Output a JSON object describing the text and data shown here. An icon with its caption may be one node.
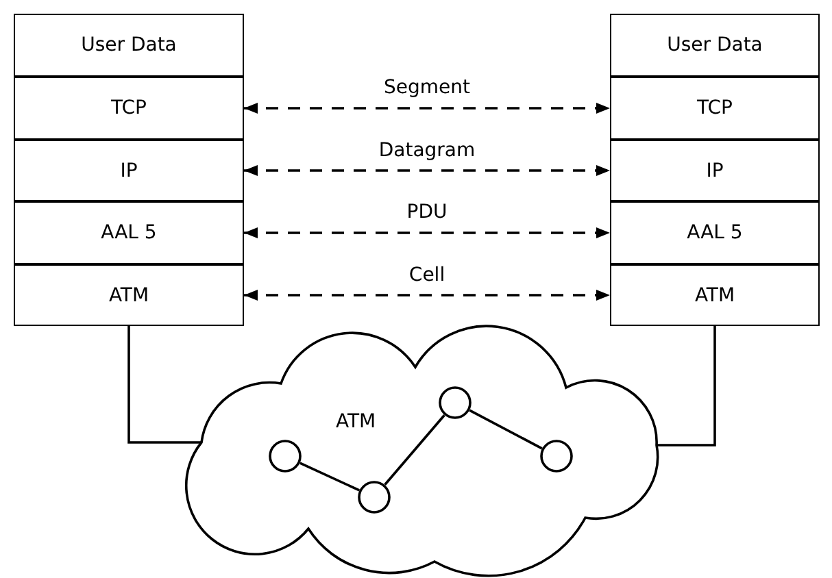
{
  "diagram": {
    "nodes": [
      {
        "text": [
          "User Data"
        ]
      },
      {
        "text": [
          "TCP"
        ]
      },
      {
        "text": [
          "IP"
        ]
      },
      {
        "text": [
          "AAL 5"
        ]
      },
      {
        "text": [
          "ATM"
        ]
      },
      {
        "text": [
          "User Data"
        ]
      },
      {
        "text": [
          "TCP"
        ]
      },
      {
        "text": [
          "IP"
        ]
      },
      {
        "text": [
          "AAL 5"
        ]
      },
      {
        "text": [
          "ATM"
        ]
      },
      {
        "text": [
          "ATM"
        ]
      },
      {
        "text": [],
        "shape": "circle",
        "in": 10
      },
      {
        "text": [],
        "shape": "circle",
        "in": 10
      },
      {
        "text": [],
        "shape": "circle",
        "in": 10
      },
      {
        "text": [],
        "shape": "circle",
        "in": 10
      }
    ],
    "edges": [
      {
        "from": 1,
        "to": 6,
        "arrow": "both",
        "label": "Segment",
        "style": "dashed"
      },
      {
        "from": 2,
        "to": 7,
        "arrow": "both",
        "label": "Datagram",
        "style": "dashed"
      },
      {
        "from": 3,
        "to": 8,
        "arrow": "both",
        "label": "PDU",
        "style": "dashed"
      },
      {
        "from": 4,
        "to": 9,
        "arrow": "both",
        "label": "Cell",
        "style": "dashed"
      },
      {
        "from": 4,
        "to": 10,
        "arrow": "none"
      },
      {
        "from": 9,
        "to": 10,
        "arrow": "none"
      },
      {
        "from": 11,
        "to": 12,
        "arrow": "none"
      },
      {
        "from": 12,
        "to": 13,
        "arrow": "none"
      },
      {
        "from": 13,
        "to": 14,
        "arrow": "none"
      }
    ]
  }
}
